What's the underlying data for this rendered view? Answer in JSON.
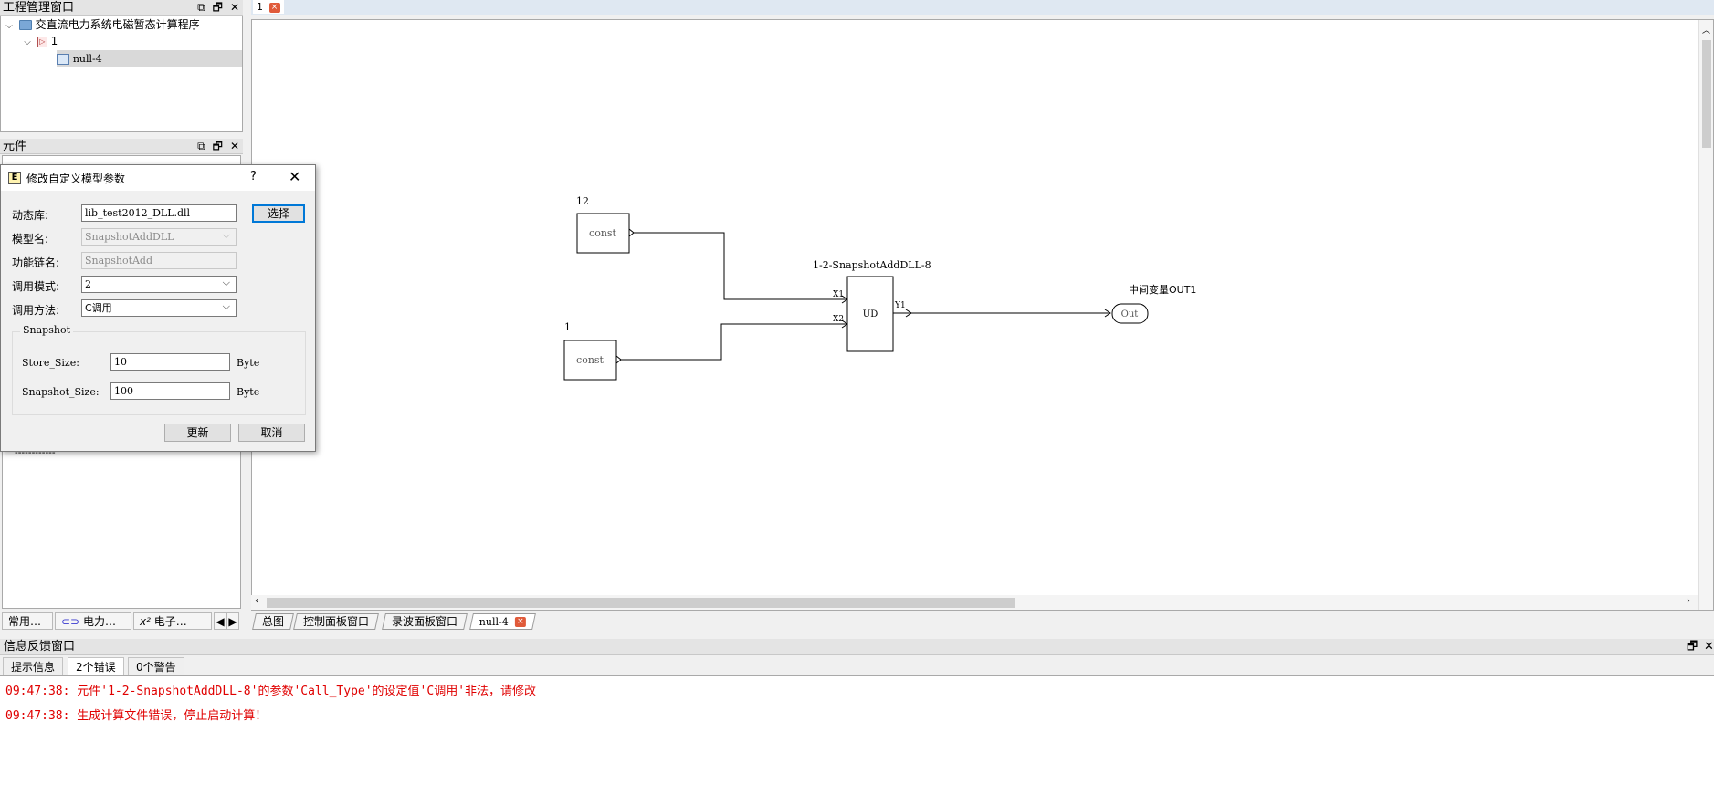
{
  "project_panel": {
    "title": "工程管理窗口",
    "tree": [
      {
        "label": "交直流电力系统电磁暂态计算程序"
      },
      {
        "label": "1"
      },
      {
        "label": "null-4"
      }
    ]
  },
  "element_panel": {
    "title": "元件",
    "dashes": "------------"
  },
  "left_bottom_tabs": [
    "常用…",
    "电力…",
    "电子…"
  ],
  "document_tab": {
    "label": "1",
    "close": "×"
  },
  "diagram": {
    "const1": {
      "label": "12",
      "text": "const"
    },
    "const2": {
      "label": "1",
      "text": "const"
    },
    "ud": {
      "label": "1-2-SnapshotAddDLL-8",
      "text": "UD",
      "in1": "X1",
      "in2": "X2",
      "out": "Y1"
    },
    "out": {
      "label": "中间变量OUT1",
      "text": "Out"
    }
  },
  "sheet_tabs": [
    "总图",
    "控制面板窗口",
    "录波面板窗口",
    "null-4"
  ],
  "sheet_tab_close": "×",
  "dialog": {
    "title": "修改自定义模型参数",
    "help": "?",
    "close": "✕",
    "icon_letter": "E",
    "fields": {
      "dll_label": "动态库:",
      "dll_value": "lib_test2012_DLL.dll",
      "select_btn": "选择",
      "model_label": "模型名:",
      "model_value": "SnapshotAddDLL",
      "func_label": "功能链名:",
      "func_value": "SnapshotAdd",
      "mode_label": "调用模式:",
      "mode_value": "2",
      "method_label": "调用方法:",
      "method_value": "C调用"
    },
    "snapshot": {
      "title": "Snapshot",
      "store_label": "Store_Size:",
      "store_value": "10",
      "store_unit": "Byte",
      "snap_label": "Snapshot_Size:",
      "snap_value": "100",
      "snap_unit": "Byte"
    },
    "update_btn": "更新",
    "cancel_btn": "取消"
  },
  "info_window": {
    "title": "信息反馈窗口",
    "tabs": [
      "提示信息",
      "2个错误",
      "0个警告"
    ],
    "messages": [
      "09:47:38: 元件'1-2-SnapshotAddDLL-8'的参数'Call_Type'的设定值'C调用'非法，请修改",
      "09:47:38: 生成计算文件错误，停止启动计算！"
    ]
  },
  "colors": {
    "error_text": "#e00000",
    "accent": "#0078d7"
  }
}
